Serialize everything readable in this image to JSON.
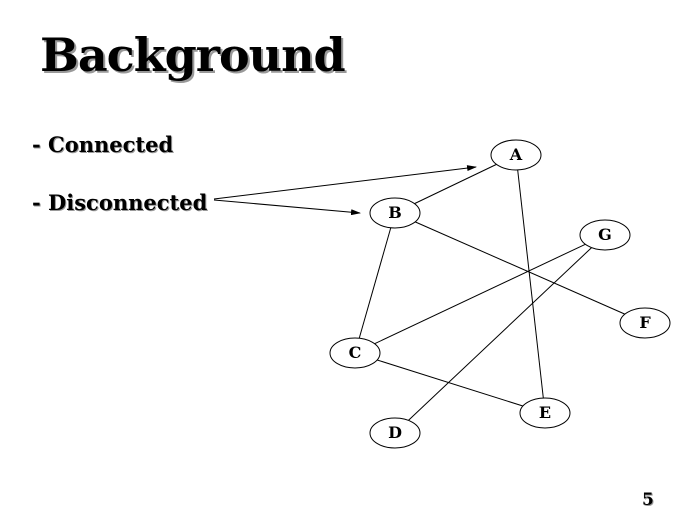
{
  "title": "Background",
  "bullets": [
    "- Connected",
    "- Disconnected"
  ],
  "page_number": "5",
  "graph": {
    "nodes": [
      "A",
      "B",
      "C",
      "D",
      "E",
      "F",
      "G"
    ],
    "edges": [
      [
        "A",
        "B"
      ],
      [
        "A",
        "E"
      ],
      [
        "B",
        "F"
      ],
      [
        "B",
        "C"
      ],
      [
        "C",
        "G"
      ],
      [
        "C",
        "E"
      ],
      [
        "D",
        "G"
      ]
    ]
  }
}
